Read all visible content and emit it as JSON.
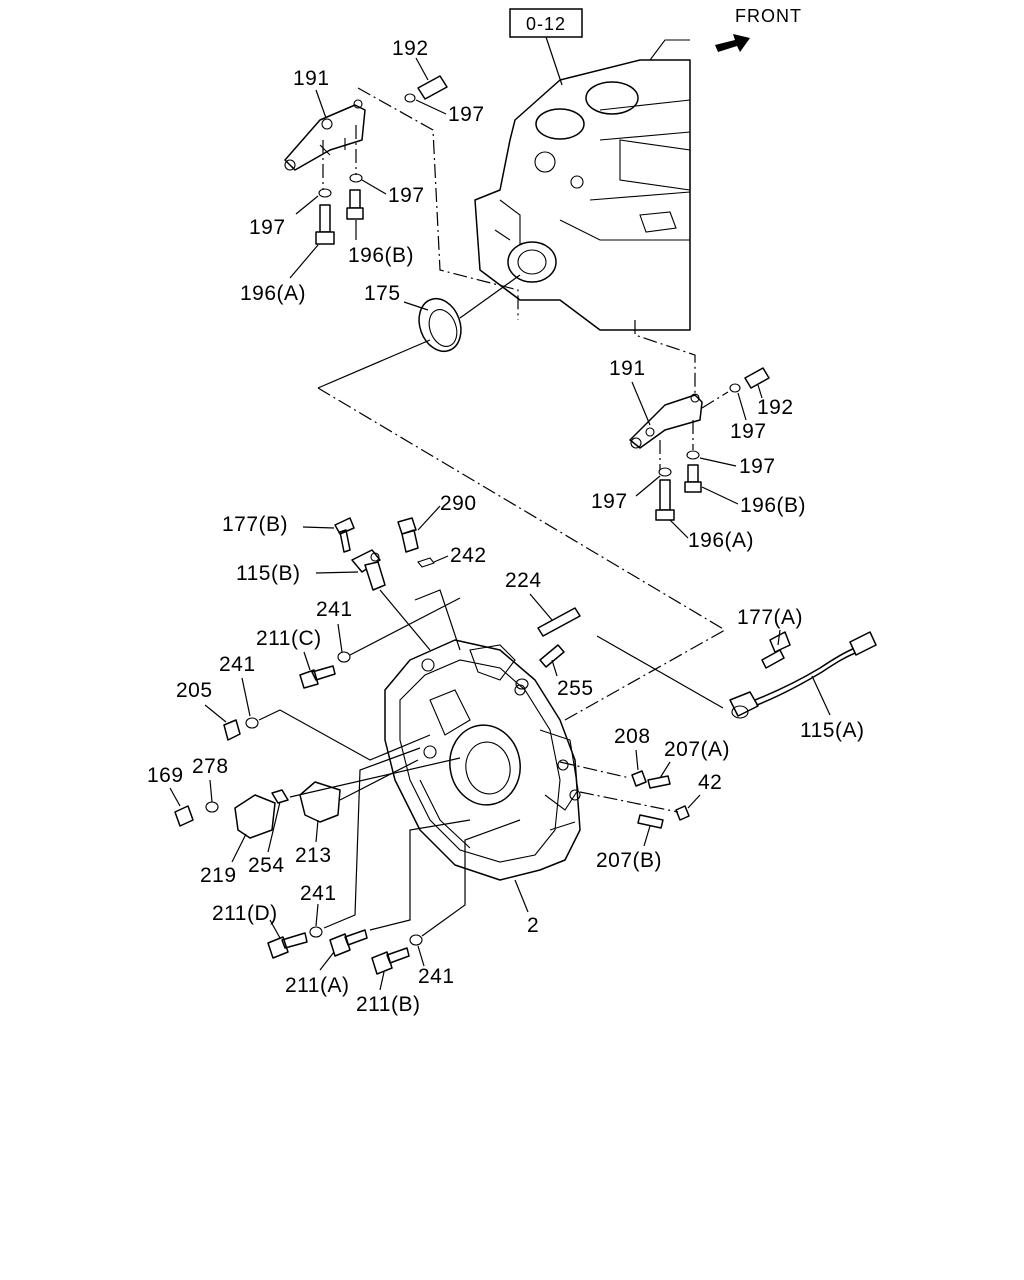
{
  "reference_box": "0-12",
  "front_label": "FRONT",
  "labels": {
    "p192_top": "192",
    "p191_top": "191",
    "p197_a": "197",
    "p197_b": "197",
    "p197_c": "197",
    "p196b_top": "196(B)",
    "p196a_top": "196(A)",
    "p175": "175",
    "p191_right": "191",
    "p192_right": "192",
    "p197_d": "197",
    "p197_e": "197",
    "p197_f": "197",
    "p196b_right": "196(B)",
    "p196a_right": "196(A)",
    "p290": "290",
    "p177b": "177(B)",
    "p242": "242",
    "p115b": "115(B)",
    "p224": "224",
    "p241_a": "241",
    "p211c": "211(C)",
    "p241_b": "241",
    "p205": "205",
    "p177a": "177(A)",
    "p255": "255",
    "p115a": "115(A)",
    "p208": "208",
    "p207a": "207(A)",
    "p42": "42",
    "p169": "169",
    "p278": "278",
    "p219": "219",
    "p254": "254",
    "p213": "213",
    "p207b": "207(B)",
    "p211d": "211(D)",
    "p241_c": "241",
    "p2": "2",
    "p211a": "211(A)",
    "p211b": "211(B)",
    "p241_d": "241"
  }
}
